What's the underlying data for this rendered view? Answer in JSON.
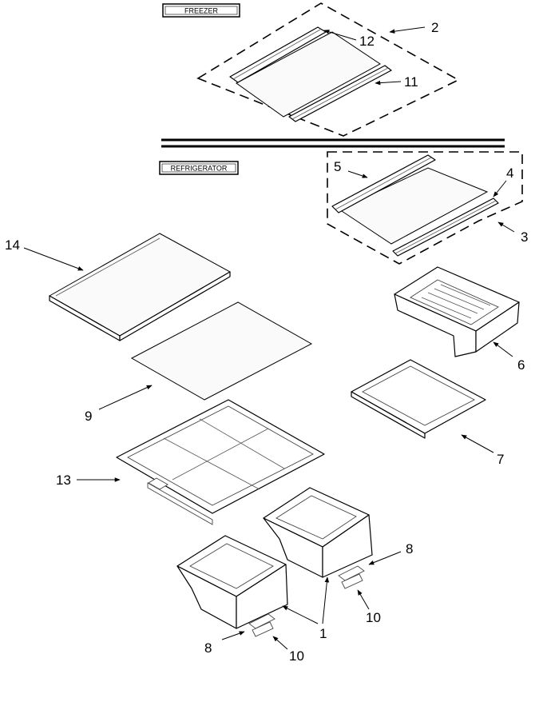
{
  "sections": {
    "freezer": "FREEZER",
    "refrigerator": "REFRIGERATOR"
  },
  "callouts": [
    {
      "id": "c2",
      "text": "2"
    },
    {
      "id": "c12",
      "text": "12"
    },
    {
      "id": "c11",
      "text": "11"
    },
    {
      "id": "c5",
      "text": "5"
    },
    {
      "id": "c4",
      "text": "4"
    },
    {
      "id": "c3",
      "text": "3"
    },
    {
      "id": "c14",
      "text": "14"
    },
    {
      "id": "c6",
      "text": "6"
    },
    {
      "id": "c9",
      "text": "9"
    },
    {
      "id": "c7",
      "text": "7"
    },
    {
      "id": "c13",
      "text": "13"
    },
    {
      "id": "c8a",
      "text": "8"
    },
    {
      "id": "c10a",
      "text": "10"
    },
    {
      "id": "c1",
      "text": "1"
    },
    {
      "id": "c8b",
      "text": "8"
    },
    {
      "id": "c10b",
      "text": "10"
    }
  ]
}
